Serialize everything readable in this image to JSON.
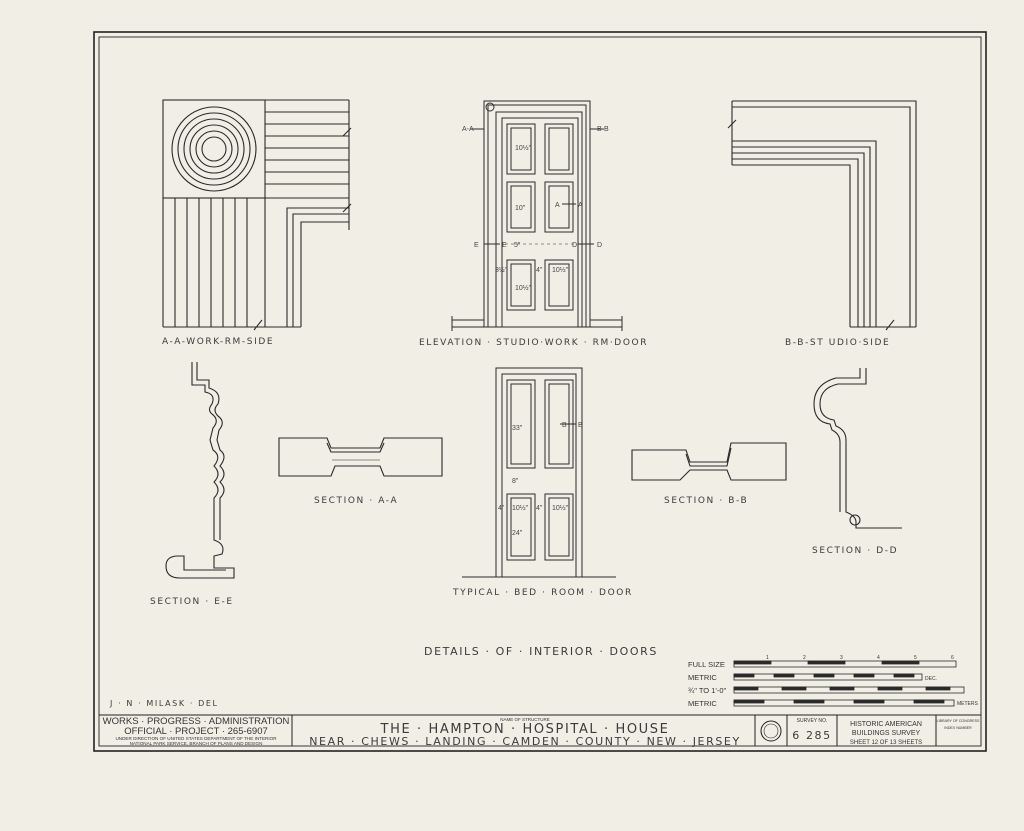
{
  "drawing": {
    "view_labels": {
      "aa_side": "A-A-WORK-RM-SIDE",
      "elevation": "ELEVATION · STUDIO·WORK · RM·DOOR",
      "bb_side": "B-B-ST UDIO·SIDE",
      "section_aa": "SECTION · A-A",
      "section_bb": "SECTION · B-B",
      "section_ee": "SECTION · E-E",
      "section_dd": "SECTION · D-D",
      "typical": "TYPICAL · BED · ROOM · DOOR"
    },
    "door_markers": {
      "aa_left": "A-A",
      "bb_right": "B-B",
      "a": "A",
      "a2": "A",
      "e": "E",
      "e2": "E",
      "d": "D",
      "d2": "D",
      "b": "B",
      "b2": "B"
    },
    "dimensions": {
      "d1": "10½\"",
      "d2": "10\"",
      "d3": "10½\"",
      "d4": "4\"",
      "d5": "10½\"",
      "d6": "5\"",
      "d7": "3½\"",
      "d8": "33\"",
      "d9": "10½\"",
      "d10": "4\"",
      "d11": "10½\"",
      "d12": "4\"",
      "d13": "24\"",
      "d14": "8\""
    },
    "main_title": "DETAILS · OF · INTERIOR · DOORS",
    "delineator": "J · N · MILASK · DEL"
  },
  "scale_bar": {
    "full_size": "FULL SIZE",
    "metric": "METRIC",
    "three_quarter": "¾\" TO 1'-0\"",
    "metric2": "METRIC",
    "ticks_top": [
      "1",
      "2",
      "3",
      "4",
      "5",
      "6"
    ],
    "unit1": "DEC.",
    "unit2": "METERS"
  },
  "title_block": {
    "wpa_line1": "WORKS · PROGRESS · ADMINISTRATION",
    "wpa_line2": "OFFICIAL · PROJECT · 265-6907",
    "wpa_line3": "UNDER DIRECTION OF UNITED STATES DEPARTMENT OF THE INTERIOR",
    "wpa_line4": "NATIONAL PARK SERVICE, BRANCH OF PLANS AND DESIGN",
    "name_caption": "NAME OF STRUCTURE",
    "structure_name": "THE · HAMPTON · HOSPITAL · HOUSE",
    "location": "NEAR · CHEWS · LANDING · CAMDEN · COUNTY · NEW · JERSEY",
    "survey_caption": "SURVEY NO.",
    "survey_no": "6 285",
    "habs_line1": "HISTORIC AMERICAN",
    "habs_line2": "BUILDINGS SURVEY",
    "sheet_text": "SHEET 12 OF 13 SHEETS",
    "library_line1": "LIBRARY OF CONGRESS",
    "library_line2": "INDEX NUMBER"
  }
}
